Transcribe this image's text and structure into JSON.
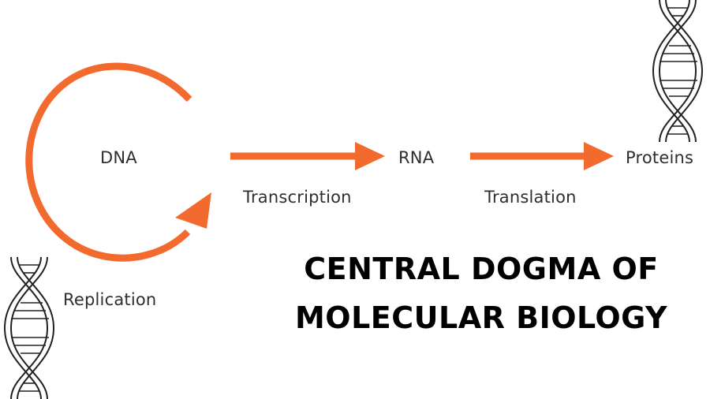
{
  "diagram": {
    "nodes": {
      "dna": "DNA",
      "rna": "RNA",
      "proteins": "Proteins"
    },
    "edges": {
      "replication": "Replication",
      "transcription": "Transcription",
      "translation": "Translation"
    },
    "title_line1": "CENTRAL DOGMA OF",
    "title_line2": "MOLECULAR BIOLOGY"
  },
  "colors": {
    "arrow": "#f26a2e",
    "text": "#2e2e2e",
    "title": "#000000"
  },
  "icons": [
    "dna-helix-icon",
    "dna-helix-icon"
  ]
}
